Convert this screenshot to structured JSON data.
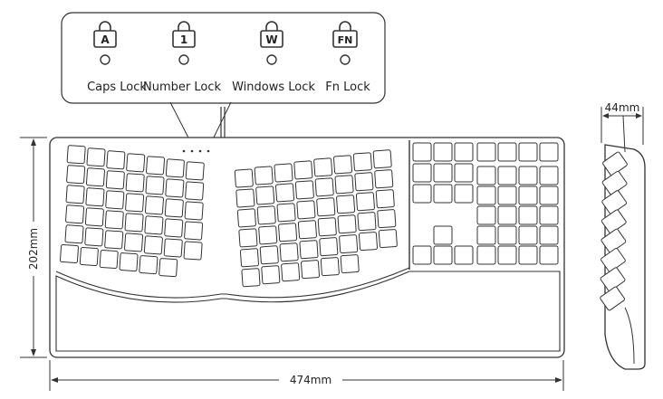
{
  "indicators": [
    {
      "glyph": "A",
      "label": "Caps Lock"
    },
    {
      "glyph": "1",
      "label": "Number Lock"
    },
    {
      "glyph": "W",
      "label": "Windows Lock"
    },
    {
      "glyph": "FN",
      "label": "Fn Lock"
    }
  ],
  "dimensions": {
    "width": "474mm",
    "height": "202mm",
    "depth": "44mm"
  }
}
